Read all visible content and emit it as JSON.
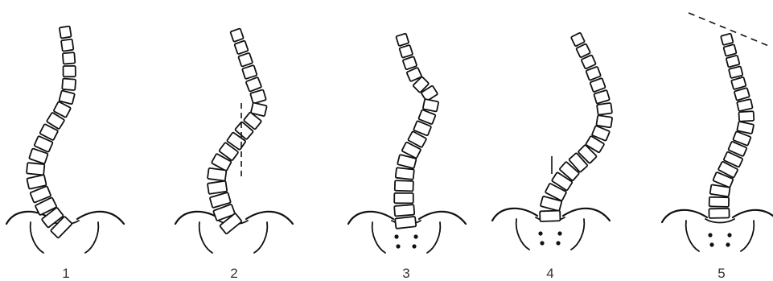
{
  "figures": [
    {
      "label": "1",
      "marker": "none"
    },
    {
      "label": "2",
      "marker": "vertical-dashed-line"
    },
    {
      "label": "3",
      "marker": "sacral-dots"
    },
    {
      "label": "4",
      "marker": "vertical-tick-and-dots"
    },
    {
      "label": "5",
      "marker": "oblique-dashed-line-and-dots"
    }
  ],
  "colors": {
    "stroke": "#111111",
    "label": "#333333",
    "background": "#ffffff"
  }
}
